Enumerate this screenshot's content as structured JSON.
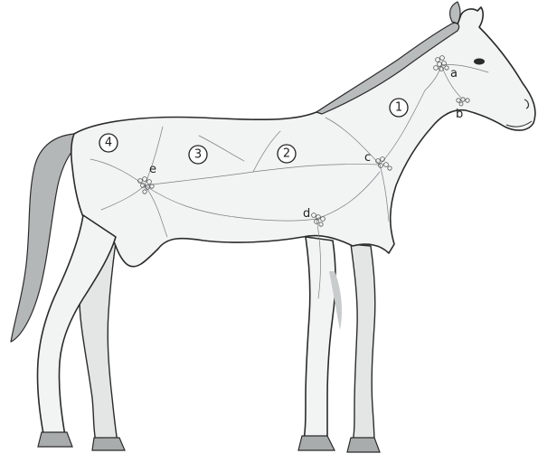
{
  "regions": [
    {
      "id": "region-1",
      "label": "1"
    },
    {
      "id": "region-2",
      "label": "2"
    },
    {
      "id": "region-3",
      "label": "3"
    },
    {
      "id": "region-4",
      "label": "4"
    }
  ],
  "lymph_nodes": [
    {
      "id": "node-a",
      "label": "a"
    },
    {
      "id": "node-b",
      "label": "b"
    },
    {
      "id": "node-c",
      "label": "c"
    },
    {
      "id": "node-d",
      "label": "d"
    },
    {
      "id": "node-e",
      "label": "e"
    }
  ],
  "colors": {
    "body": "#f2f3f3",
    "outline": "#2b2b2b",
    "mane_tail": "#b9bcbd",
    "hoof": "#a9acad",
    "vessels": "#7a7f82"
  }
}
